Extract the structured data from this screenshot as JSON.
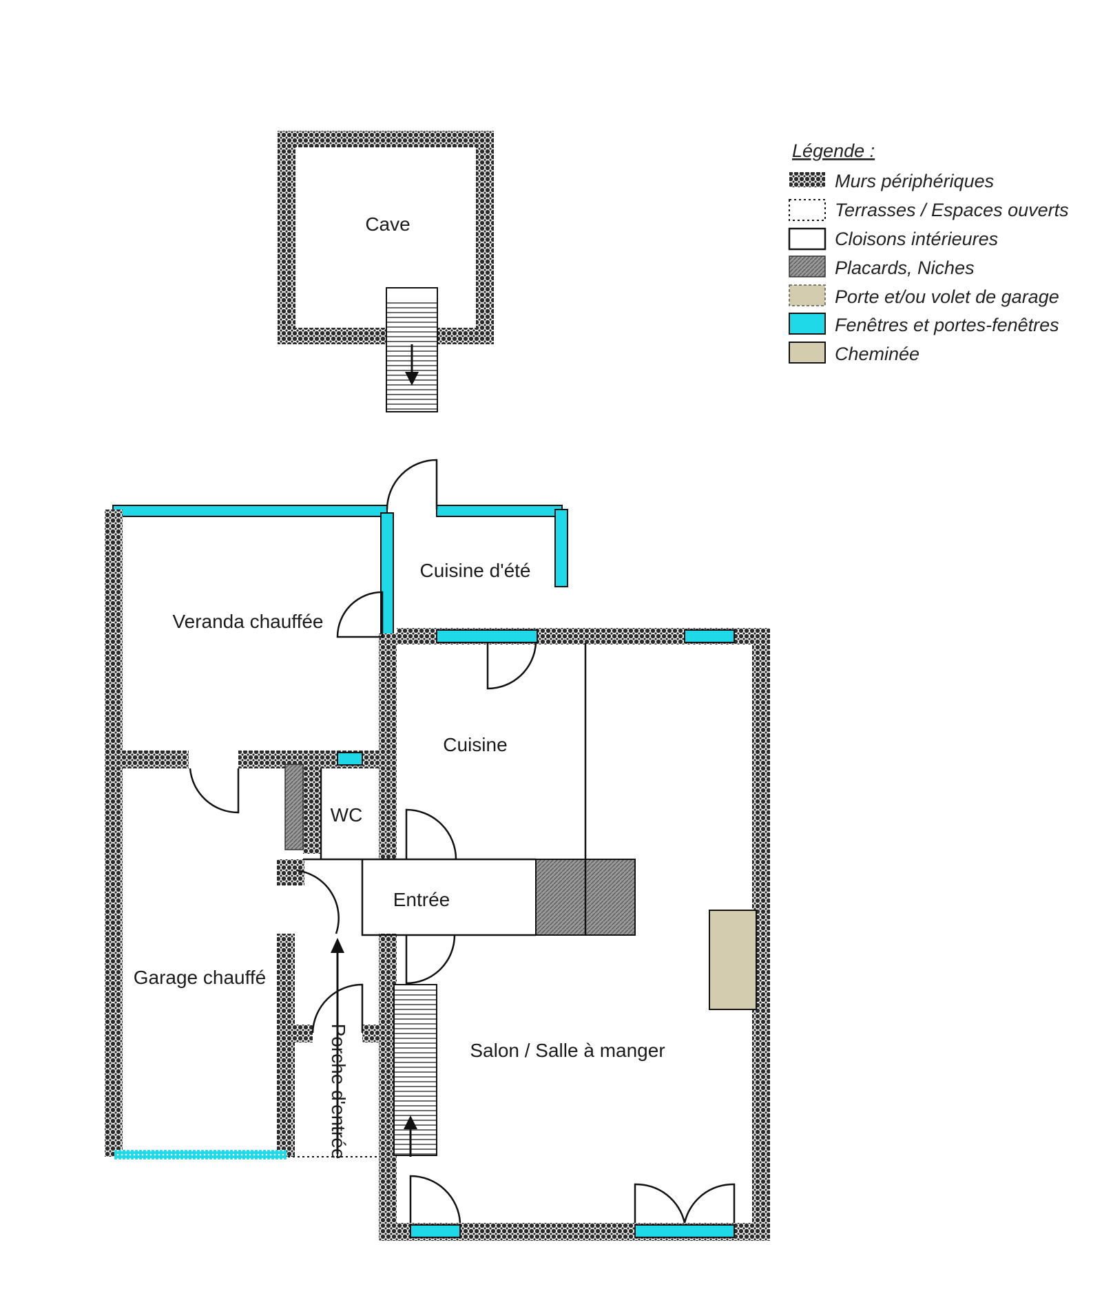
{
  "rooms": {
    "cave": "Cave",
    "cuisine_ete": "Cuisine d'été",
    "veranda": "Veranda chauffée",
    "cuisine": "Cuisine",
    "wc": "WC",
    "entree": "Entrée",
    "garage": "Garage chauffé",
    "porche": "Porche d'entrée",
    "salon": "Salon / Salle à manger"
  },
  "legend": {
    "title": "Légende :",
    "items": [
      {
        "key": "murs",
        "label": "Murs périphériques"
      },
      {
        "key": "terrasses",
        "label": "Terrasses / Espaces ouverts"
      },
      {
        "key": "cloisons",
        "label": "Cloisons intérieures"
      },
      {
        "key": "placards",
        "label": "Placards, Niches"
      },
      {
        "key": "porte_garage",
        "label": "Porte et/ou volet de garage"
      },
      {
        "key": "fenetres",
        "label": "Fenêtres et portes-fenêtres"
      },
      {
        "key": "cheminee",
        "label": "Cheminée"
      }
    ]
  },
  "colors": {
    "window": "#1fd8e8",
    "fireplace": "#d4ccae",
    "garage_door": "#d4ccae",
    "wall_dark": "#2b2b2b"
  },
  "icons": {
    "stairs": "stairs-icon",
    "arrow": "arrow-icon"
  }
}
